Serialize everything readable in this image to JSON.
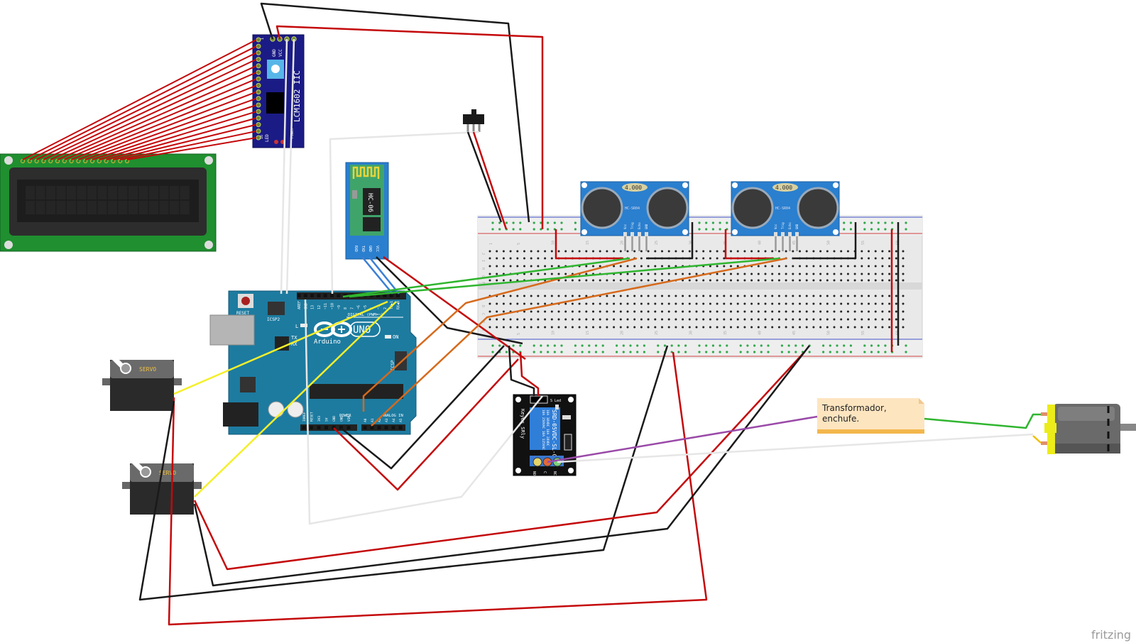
{
  "app": {
    "watermark": "fritzing",
    "view": "breadboard"
  },
  "components": {
    "lcd_display": {
      "kind": "16x2 LCD",
      "pin_count": 16
    },
    "i2c_adapter": {
      "label": "LCM1602 IIC",
      "pin_gnd": "GND",
      "pin_vcc": "VCC",
      "pin_1": "1",
      "pin_16": "16",
      "pin_led": "LED",
      "power": "Power"
    },
    "bluetooth": {
      "label": "HC-06",
      "pins": [
        "RXD",
        "TXD",
        "GND",
        "VCC"
      ]
    },
    "switch": {
      "kind": "slide switch"
    },
    "arduino": {
      "brand": "Arduino",
      "model": "UNO",
      "reset": "RESET",
      "icsp2": "ICSP2",
      "icsp": "ICSP",
      "led_l": "L",
      "led_tx": "TX",
      "led_rx": "RX",
      "led_on": "ON",
      "digital": "DIGITAL (PWM=~)",
      "power": "POWER",
      "analog": "ANALOG IN",
      "digital_pins": [
        "AREF",
        "GND",
        "13",
        "12",
        "~11",
        "~10",
        "~9",
        "8",
        "7",
        "~6",
        "~5",
        "4",
        "~3",
        "2",
        "TX▶1",
        "RX◀0"
      ],
      "power_pins": [
        "IOREF",
        "RESET",
        "3V3",
        "5V",
        "GND",
        "GND",
        "VIN"
      ],
      "analog_pins": [
        "A0",
        "A1",
        "A2",
        "A3",
        "A4",
        "A5"
      ]
    },
    "ultrasonic_1": {
      "display": "4.000",
      "model": "HC-SR04",
      "pins": [
        "Vcc",
        "Trig",
        "Echo",
        "GND"
      ]
    },
    "ultrasonic_2": {
      "display": "4.000",
      "model": "HC-SR04",
      "pins": [
        "Vcc",
        "Trig",
        "Echo",
        "GND"
      ]
    },
    "breadboard": {
      "row_letters_top": [
        "J",
        "I",
        "H",
        "G",
        "F"
      ],
      "row_letters_bottom": [
        "E",
        "D",
        "C",
        "B",
        "A"
      ],
      "column_numbers": [
        "1",
        "5",
        "10",
        "15",
        "20",
        "25",
        "30",
        "35",
        "40",
        "45",
        "50",
        "55",
        "60"
      ]
    },
    "servo_1": {
      "label": "SERVO"
    },
    "servo_2": {
      "label": "SERVO"
    },
    "relay": {
      "brand": "Keyes_SRly",
      "model": "SRD-05VDC-SL-C",
      "rating_1": "10A 250VAC  10A 125VAC",
      "rating_2": "10A 30VDC   10A 28VDC",
      "pin_s": "S",
      "pin_led": "Led",
      "pin_no": "NO",
      "pin_nc": "NC",
      "pin_com": "C"
    },
    "note": {
      "line1": "Transformador,",
      "line2": "enchufe."
    },
    "motor": {
      "kind": "DC motor"
    }
  },
  "colors": {
    "wire_red": "#c4080a",
    "wire_black": "#1a1a1a",
    "wire_white": "#e6e6e6",
    "wire_green": "#2fb52f",
    "wire_orange": "#d66a1c",
    "wire_yellow": "#f5ef2a",
    "wire_blue": "#3a7fd6",
    "wire_purple": "#9a4aa8",
    "arduino_blue": "#1d7ba0",
    "sensor_blue": "#2a7fcf",
    "lcd_green": "#1f8f2f",
    "i2c_blue": "#1b1b86",
    "note_bg": "#fde5c0",
    "note_bar": "#f3b74c",
    "motor_yellow": "#ecec1a"
  }
}
